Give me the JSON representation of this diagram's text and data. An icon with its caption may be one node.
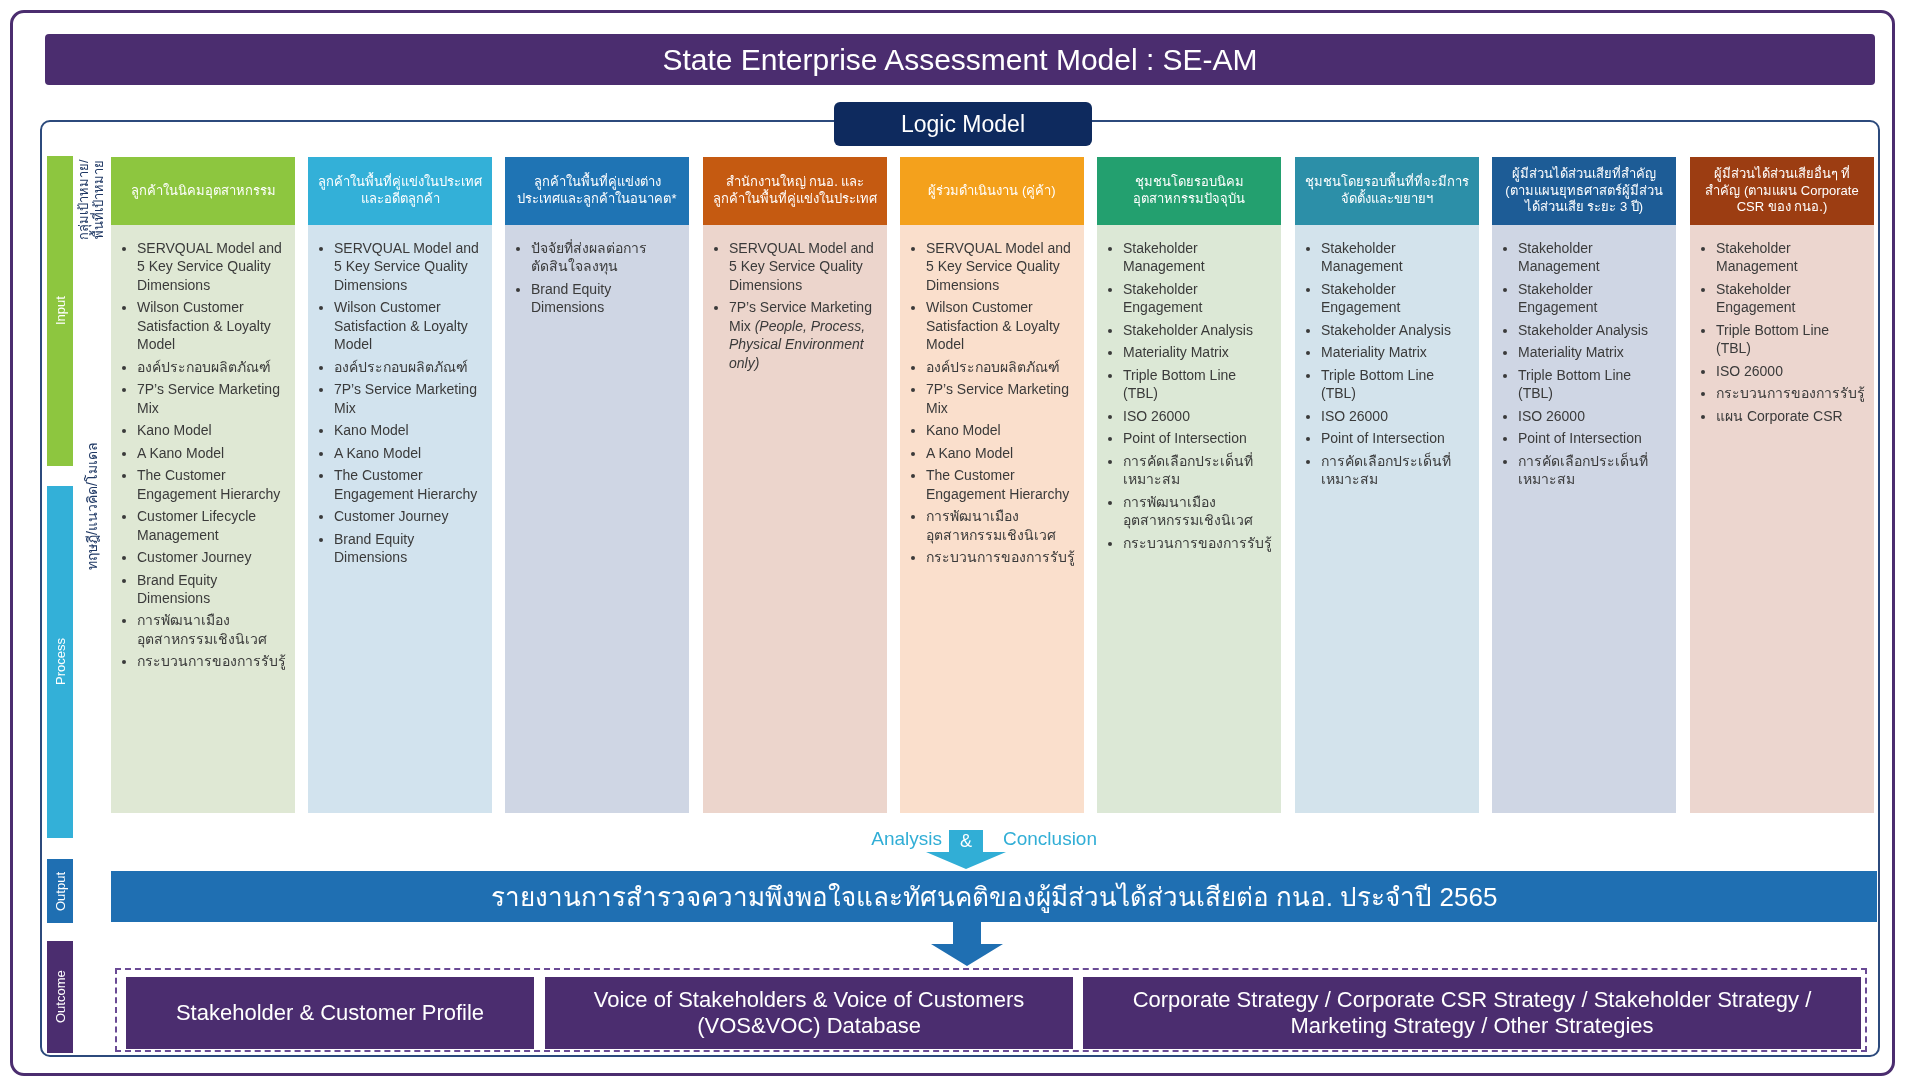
{
  "diagram": {
    "nodes": [
      {
        "text": [
          "State Enterprise Assessment Model : SE-AM"
        ]
      },
      {
        "text": [
          "Logic Model"
        ]
      },
      {
        "text": [
          "Input"
        ],
        "in": 1
      },
      {
        "text": [
          "Process"
        ],
        "in": 1
      },
      {
        "text": [
          "Output"
        ],
        "in": 1
      },
      {
        "text": [
          "Outcome"
        ],
        "in": 1
      },
      {
        "text": [
          "ลูกค้าในนิคมอุตสาหกรรม",
          "SERVQUAL Model and 5 Key Service Quality Dimensions",
          "Wilson Customer Satisfaction & Loyalty Model",
          "องค์ประกอบผลิตภัณฑ์",
          "7P’s Service Marketing Mix",
          "Kano Model",
          "A Kano Model",
          "The Customer Engagement Hierarchy",
          "Customer Lifecycle Management",
          "Customer Journey",
          "Brand Equity Dimensions",
          "การพัฒนาเมืองอุตสาหกรรมเชิงนิเวศ",
          "กระบวนการของการรับรู้"
        ],
        "in": 1
      },
      {
        "text": [
          "ลูกค้าในพื้นที่คู่แข่งในประเทศและอดีตลูกค้า",
          "SERVQUAL Model and 5 Key Service Quality Dimensions",
          "Wilson Customer Satisfaction & Loyalty Model",
          "องค์ประกอบผลิตภัณฑ์",
          "7P’s Service Marketing Mix",
          "Kano Model",
          "A Kano Model",
          "The Customer Engagement Hierarchy",
          "Customer Journey",
          "Brand Equity Dimensions"
        ],
        "in": 1
      },
      {
        "text": [
          "ลูกค้าในพื้นที่คู่แข่งต่างประเทศและลูกค้าในอนาคต*",
          "ปัจจัยที่ส่งผลต่อการตัดสินใจลงทุน",
          "Brand Equity Dimensions"
        ],
        "in": 1
      },
      {
        "text": [
          "สำนักงานใหญ่ กนอ. และลูกค้าในพื้นที่คู่แข่งในประเทศ",
          "SERVQUAL Model and 5 Key Service Quality Dimensions",
          "7P’s Service Marketing Mix *(People, Process, Physical Environment only)*"
        ],
        "in": 1
      },
      {
        "text": [
          "ผู้ร่วมดำเนินงาน (คู่ค้า)",
          "SERVQUAL Model and 5 Key Service Quality Dimensions",
          "Wilson Customer Satisfaction & Loyalty Model",
          "องค์ประกอบผลิตภัณฑ์",
          "7P’s Service Marketing Mix",
          "Kano Model",
          "A Kano Model",
          "The Customer Engagement Hierarchy",
          "การพัฒนาเมืองอุตสาหกรรมเชิงนิเวศ",
          "กระบวนการของการรับรู้"
        ],
        "in": 1
      },
      {
        "text": [
          "ชุมชนโดยรอบนิคมอุตสาหกรรมปัจจุบัน",
          "Stakeholder Management",
          "Stakeholder Engagement",
          "Stakeholder Analysis",
          "Materiality Matrix",
          "Triple Bottom Line (TBL)",
          "ISO 26000",
          "Point of Intersection",
          "การคัดเลือกประเด็นที่เหมาะสม",
          "การพัฒนาเมืองอุตสาหกรรมเชิงนิเวศ",
          "กระบวนการของการรับรู้"
        ],
        "in": 1
      },
      {
        "text": [
          "ชุมชนโดยรอบพื้นที่ที่จะมีการจัดตั้งและขยายฯ",
          "Stakeholder Management",
          "Stakeholder Engagement",
          "Stakeholder Analysis",
          "Materiality Matrix",
          "Triple Bottom Line (TBL)",
          "ISO 26000",
          "Point of Intersection",
          "การคัดเลือกประเด็นที่เหมาะสม"
        ],
        "in": 1
      },
      {
        "text": [
          "ผู้มีส่วนได้ส่วนเสียที่สำคัญ (ตามแผนยุทธศาสตร์ผู้มีส่วนได้ส่วนเสีย ระยะ 3 ปี)",
          "Stakeholder Management",
          "Stakeholder Engagement",
          "Stakeholder Analysis",
          "Materiality Matrix",
          "Triple Bottom Line (TBL)",
          "ISO 26000",
          "Point of Intersection",
          "การคัดเลือกประเด็นที่เหมาะสม"
        ],
        "in": 1
      },
      {
        "text": [
          "ผู้มีส่วนได้ส่วนเสียอื่นๆ ที่สำคัญ (ตามแผน Corporate CSR ของ กนอ.)",
          "Stakeholder Management",
          "Stakeholder Engagement",
          "Triple Bottom Line (TBL)",
          "ISO 26000",
          "กระบวนการของการรับรู้",
          "แผน Corporate CSR"
        ],
        "in": 1
      },
      {
        "text": [
          "รายงานการสำรวจความพึงพอใจและทัศนคติของผู้มีส่วนได้ส่วนเสียต่อ กนอ. ประจำปี 2565"
        ],
        "in": 1
      },
      {
        "text": [],
        "shape": "box",
        "in": 1
      },
      {
        "text": [
          "Stakeholder & Customer Profile"
        ],
        "in": 16
      },
      {
        "text": [
          "Voice of Stakeholders & Voice of Customers (VOS&VOC) Database"
        ],
        "in": 16
      },
      {
        "text": [
          "Corporate Strategy / Corporate CSR Strategy / Stakeholder Strategy / Marketing Strategy / Other Strategies"
        ],
        "in": 16
      }
    ],
    "edges": [
      {
        "from": null,
        "to": 15,
        "arrow": "to",
        "label": "&",
        "color": "#31aed6"
      },
      {
        "from": 15,
        "to": 16,
        "arrow": "to",
        "color": "#1f6fb2"
      }
    ],
    "labels": [
      "กลุ่มเป้าหมาย/พื้นที่เป้าหมาย",
      "ทฤษฎี/แนวคิด/โมเดล",
      "Analysis",
      "Conclusion"
    ]
  }
}
